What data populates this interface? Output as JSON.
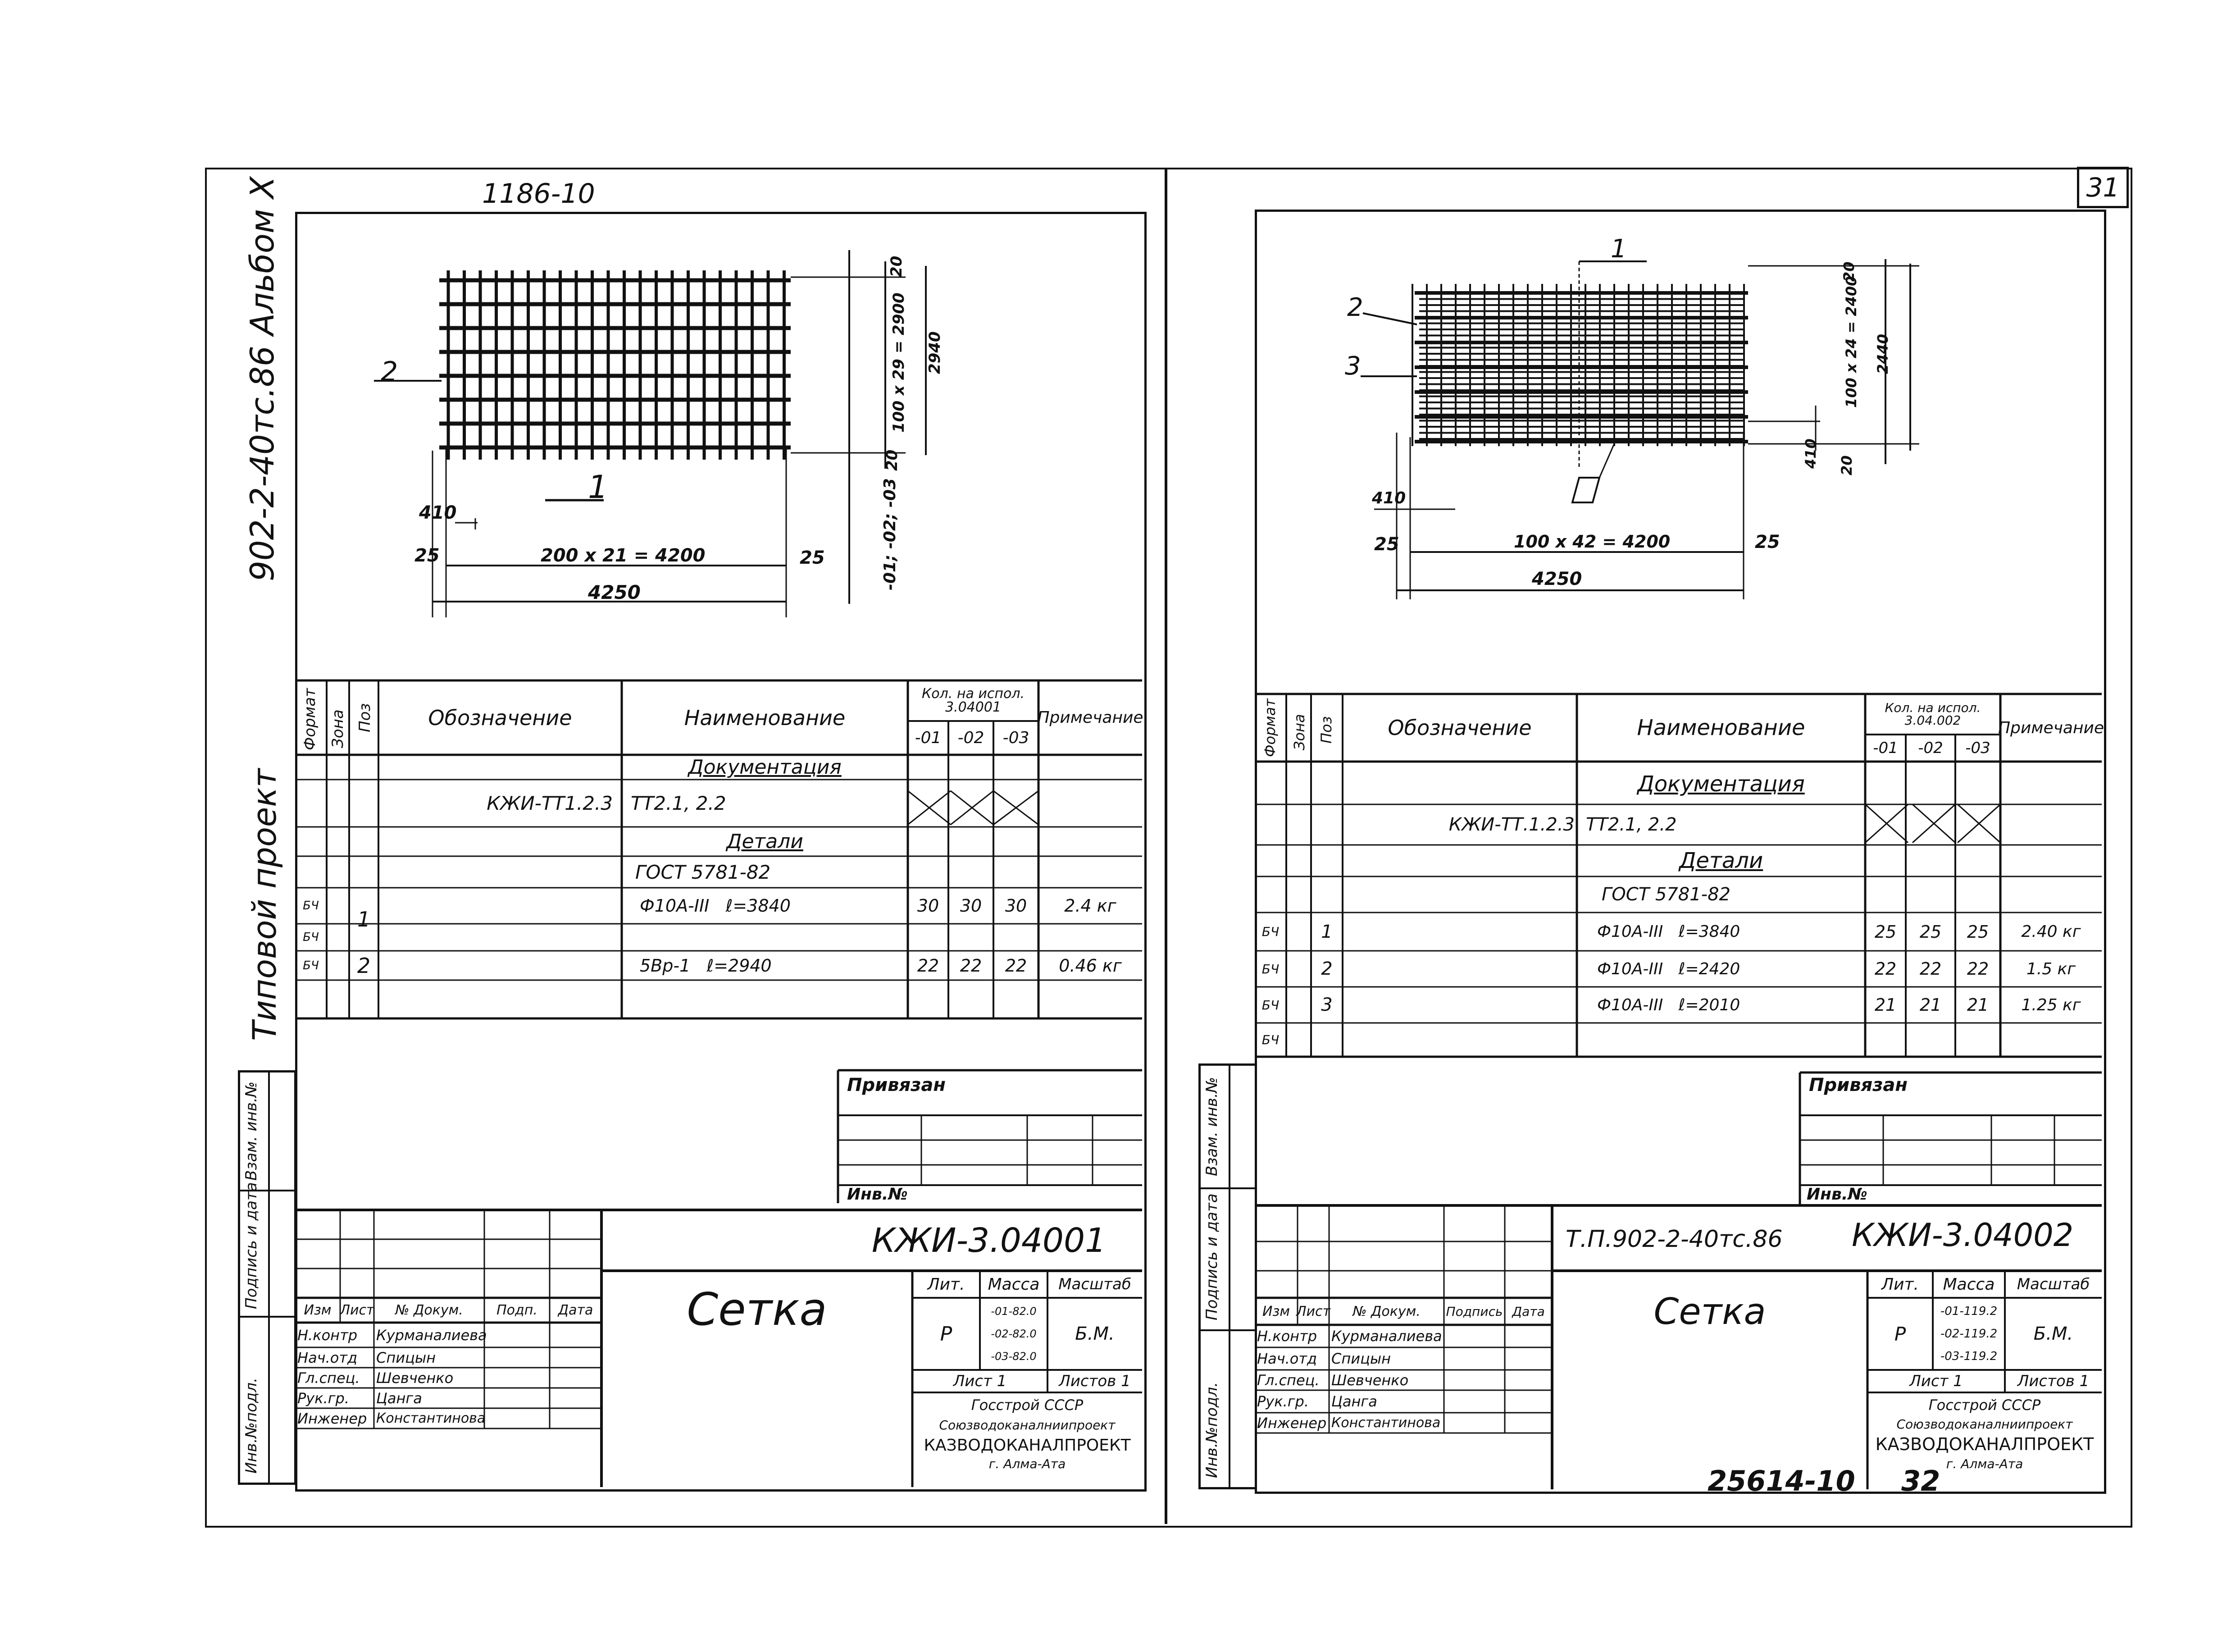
{
  "page_number": "31",
  "stamp_top_left": "1186-10",
  "bottom_archive": "25614-10",
  "bottom_page": "32",
  "left_margin": {
    "project": "902-2-40тс.86 Альбом X",
    "tipovoy": "Типовой проект"
  },
  "side_stamp": [
    "Взам. инв.№",
    "Подпись и дата",
    "Инв.№подл."
  ],
  "sheets": [
    {
      "drawing": {
        "pos1": "1",
        "pos2": "2",
        "dim_410": "410",
        "dim_25_left": "25",
        "dim_25_right": "25",
        "dim_bottom_span": "200 x 21 = 4200",
        "dim_total": "4250",
        "dim_right_top": "20",
        "dim_right_span": "100 x 29 = 2900",
        "dim_right_total": "2940",
        "dim_right_bottom": "20",
        "variant_note": "-01; -02; -03"
      },
      "spec": {
        "headers": [
          "Формат",
          "Зона",
          "Поз",
          "Обозначение",
          "Наименование",
          "Кол. на испол. 3.04001",
          "Примечание"
        ],
        "variants": [
          "-01",
          "-02",
          "-03"
        ],
        "rows": [
          {
            "format": "",
            "pos": "",
            "designation": "",
            "name": "Документация",
            "q1": "",
            "q2": "",
            "q3": "",
            "note": ""
          },
          {
            "format": "",
            "pos": "",
            "designation": "КЖИ-ТТ1.2.3",
            "name": "ТТ2.1, 2.2",
            "q1": "",
            "q2": "",
            "q3": "",
            "note": ""
          },
          {
            "format": "",
            "pos": "",
            "designation": "",
            "name": "Детали",
            "q1": "",
            "q2": "",
            "q3": "",
            "note": ""
          },
          {
            "format": "",
            "pos": "",
            "designation": "",
            "name": "ГОСТ 5781-82",
            "q1": "",
            "q2": "",
            "q3": "",
            "note": ""
          },
          {
            "format": "БЧ",
            "pos": "1",
            "designation": "",
            "name": "Ф10А-III   ℓ=3840",
            "q1": "30",
            "q2": "30",
            "q3": "30",
            "note": "2.4 кг"
          },
          {
            "format": "БЧ",
            "pos": "",
            "designation": "",
            "name": "",
            "q1": "",
            "q2": "",
            "q3": "",
            "note": ""
          },
          {
            "format": "БЧ",
            "pos": "2",
            "designation": "",
            "name": "5Вр-1   ℓ=2940",
            "q1": "22",
            "q2": "22",
            "q3": "22",
            "note": "0.46 кг"
          }
        ]
      },
      "title_block": {
        "binding": "Привязан",
        "inv_no": "Инв.№",
        "doc_code": "КЖИ-3.04001",
        "project_code": "",
        "title": "Сетка",
        "col_headers": [
          "Изм",
          "Лист",
          "№ Докум.",
          "Подп.",
          "Дата"
        ],
        "lit_label": "Лит.",
        "mass_label": "Масса",
        "scale_label": "Масштаб",
        "lit": "Р",
        "mass": [
          "-01-82.0",
          "-02-82.0",
          "-03-82.0"
        ],
        "scale": "Б.М.",
        "sheet": "Лист 1",
        "sheets": "Листов 1",
        "org": [
          "Госстрой СССР",
          "Союзводоканалниипроект",
          "КАЗВОДОКАНАЛПРОЕКТ",
          "г. Алма-Ата"
        ],
        "people": [
          {
            "role": "Н.контр",
            "name": "Курманалиева"
          },
          {
            "role": "Нач.отд",
            "name": "Спицын"
          },
          {
            "role": "Гл.спец.",
            "name": "Шевченко"
          },
          {
            "role": "Рук.гр.",
            "name": "Цанга"
          },
          {
            "role": "Инженер",
            "name": "Константинова"
          }
        ]
      }
    },
    {
      "drawing": {
        "pos1": "1",
        "pos2": "2",
        "pos3": "3",
        "dim_410": "410",
        "dim_410_right": "410",
        "dim_25_left": "25",
        "dim_25_right": "25",
        "dim_bottom_span": "100 x 42 = 4200",
        "dim_total": "4250",
        "dim_right_top": "20",
        "dim_right_span": "100 x 24 = 2400",
        "dim_right_total": "2440",
        "dim_right_bottom": "20",
        "variant_note": ""
      },
      "spec": {
        "headers": [
          "Формат",
          "Зона",
          "Поз",
          "Обозначение",
          "Наименование",
          "Кол. на испол. 3.04.002",
          "Примечание"
        ],
        "variants": [
          "-01",
          "-02",
          "-03"
        ],
        "rows": [
          {
            "format": "",
            "pos": "",
            "designation": "",
            "name": "Документация",
            "q1": "",
            "q2": "",
            "q3": "",
            "note": ""
          },
          {
            "format": "",
            "pos": "",
            "designation": "КЖИ-ТТ.1.2.3",
            "name": "ТТ2.1, 2.2",
            "q1": "",
            "q2": "",
            "q3": "",
            "note": ""
          },
          {
            "format": "",
            "pos": "",
            "designation": "",
            "name": "Детали",
            "q1": "",
            "q2": "",
            "q3": "",
            "note": ""
          },
          {
            "format": "",
            "pos": "",
            "designation": "",
            "name": "ГОСТ 5781-82",
            "q1": "",
            "q2": "",
            "q3": "",
            "note": ""
          },
          {
            "format": "БЧ",
            "pos": "1",
            "designation": "",
            "name": "Ф10А-III   ℓ=3840",
            "q1": "25",
            "q2": "25",
            "q3": "25",
            "note": "2.40 кг"
          },
          {
            "format": "БЧ",
            "pos": "2",
            "designation": "",
            "name": "Ф10А-III   ℓ=2420",
            "q1": "22",
            "q2": "22",
            "q3": "22",
            "note": "1.5 кг"
          },
          {
            "format": "БЧ",
            "pos": "3",
            "designation": "",
            "name": "Ф10А-III   ℓ=2010",
            "q1": "21",
            "q2": "21",
            "q3": "21",
            "note": "1.25 кг"
          },
          {
            "format": "БЧ",
            "pos": "",
            "designation": "",
            "name": "",
            "q1": "",
            "q2": "",
            "q3": "",
            "note": ""
          }
        ]
      },
      "title_block": {
        "binding": "Привязан",
        "inv_no": "Инв.№",
        "doc_code": "КЖИ-3.04002",
        "project_code": "Т.П.902-2-40тс.86",
        "title": "Сетка",
        "col_headers": [
          "Изм",
          "Лист",
          "№ Докум.",
          "Подпись",
          "Дата"
        ],
        "lit_label": "Лит.",
        "mass_label": "Масса",
        "scale_label": "Масштаб",
        "lit": "Р",
        "mass": [
          "-01-119.2",
          "-02-119.2",
          "-03-119.2"
        ],
        "scale": "Б.М.",
        "sheet": "Лист 1",
        "sheets": "Листов 1",
        "org": [
          "Госстрой СССР",
          "Союзводоканалниипроект",
          "КАЗВОДОКАНАЛПРОЕКТ",
          "г. Алма-Ата"
        ],
        "people": [
          {
            "role": "Н.контр",
            "name": "Курманалиева"
          },
          {
            "role": "Нач.отд",
            "name": "Спицын"
          },
          {
            "role": "Гл.спец.",
            "name": "Шевченко"
          },
          {
            "role": "Рук.гр.",
            "name": "Цанга"
          },
          {
            "role": "Инженер",
            "name": "Константинова"
          }
        ]
      }
    }
  ]
}
